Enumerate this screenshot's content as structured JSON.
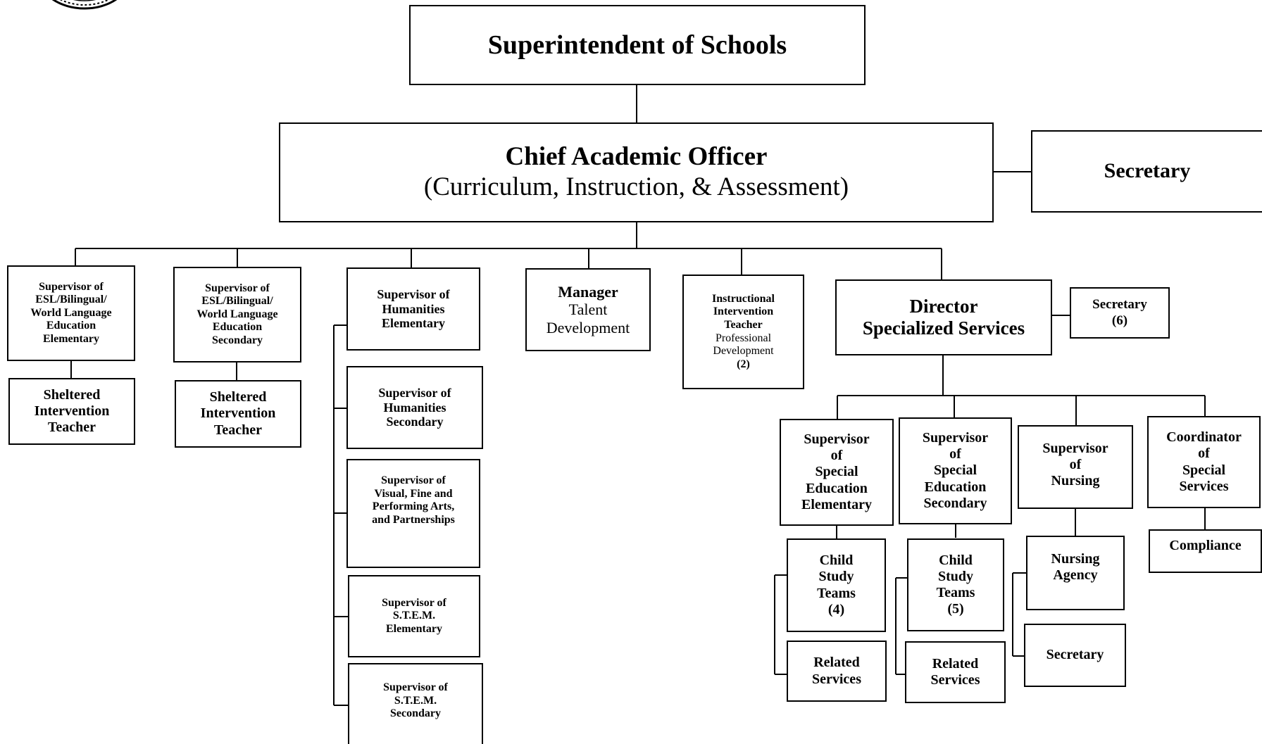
{
  "superintendent": "Superintendent of Schools",
  "chief_academic_officer": {
    "title": "Chief Academic Officer",
    "subtitle": "(Curriculum, Instruction, & Assessment)"
  },
  "cao_secretary": "Secretary",
  "esl_elementary": {
    "lines": [
      "Supervisor of",
      "ESL/Bilingual/",
      "World Language",
      "Education",
      "Elementary"
    ],
    "sub": [
      "Sheltered",
      "Intervention",
      "Teacher"
    ]
  },
  "esl_secondary": {
    "lines": [
      "Supervisor of",
      "ESL/Bilingual/",
      "World Language",
      "Education",
      "Secondary"
    ],
    "sub": [
      "Sheltered",
      "Intervention",
      "Teacher"
    ]
  },
  "humanities_column": [
    [
      "Supervisor of",
      "Humanities",
      "Elementary"
    ],
    [
      "Supervisor of",
      "Humanities",
      "Secondary"
    ],
    [
      "Supervisor of",
      "Visual, Fine and",
      "Performing Arts,",
      "and Partnerships"
    ],
    [
      "Supervisor of",
      "S.T.E.M.",
      "Elementary"
    ],
    [
      "Supervisor of",
      "S.T.E.M.",
      "Secondary"
    ]
  ],
  "manager": {
    "title": "Manager",
    "lines": [
      "Talent",
      "Development"
    ]
  },
  "instructional": {
    "bold": [
      "Instructional",
      "Intervention",
      "Teacher"
    ],
    "normal": [
      "Professional",
      "Development"
    ],
    "count": "(2)"
  },
  "director": {
    "lines": [
      "Director",
      "Specialized Services"
    ]
  },
  "director_secretary": {
    "title": "Secretary",
    "count": "(6)"
  },
  "special_services": {
    "sped_elementary": {
      "lines": [
        "Supervisor",
        "of",
        "Special",
        "Education",
        "Elementary"
      ],
      "child_study": [
        "Child",
        "Study",
        "Teams",
        "(4)"
      ],
      "related": [
        "Related",
        "Services"
      ]
    },
    "sped_secondary": {
      "lines": [
        "Supervisor",
        "of",
        "Special",
        "Education",
        "Secondary"
      ],
      "child_study": [
        "Child",
        "Study",
        "Teams",
        "(5)"
      ],
      "related": [
        "Related",
        "Services"
      ]
    },
    "nursing": {
      "lines": [
        "Supervisor",
        "of",
        "Nursing"
      ],
      "agency": [
        "Nursing",
        "Agency"
      ],
      "secretary": "Secretary"
    },
    "coordinator": {
      "lines": [
        "Coordinator",
        "of",
        "Special",
        "Services"
      ],
      "compliance": "Compliance"
    }
  }
}
